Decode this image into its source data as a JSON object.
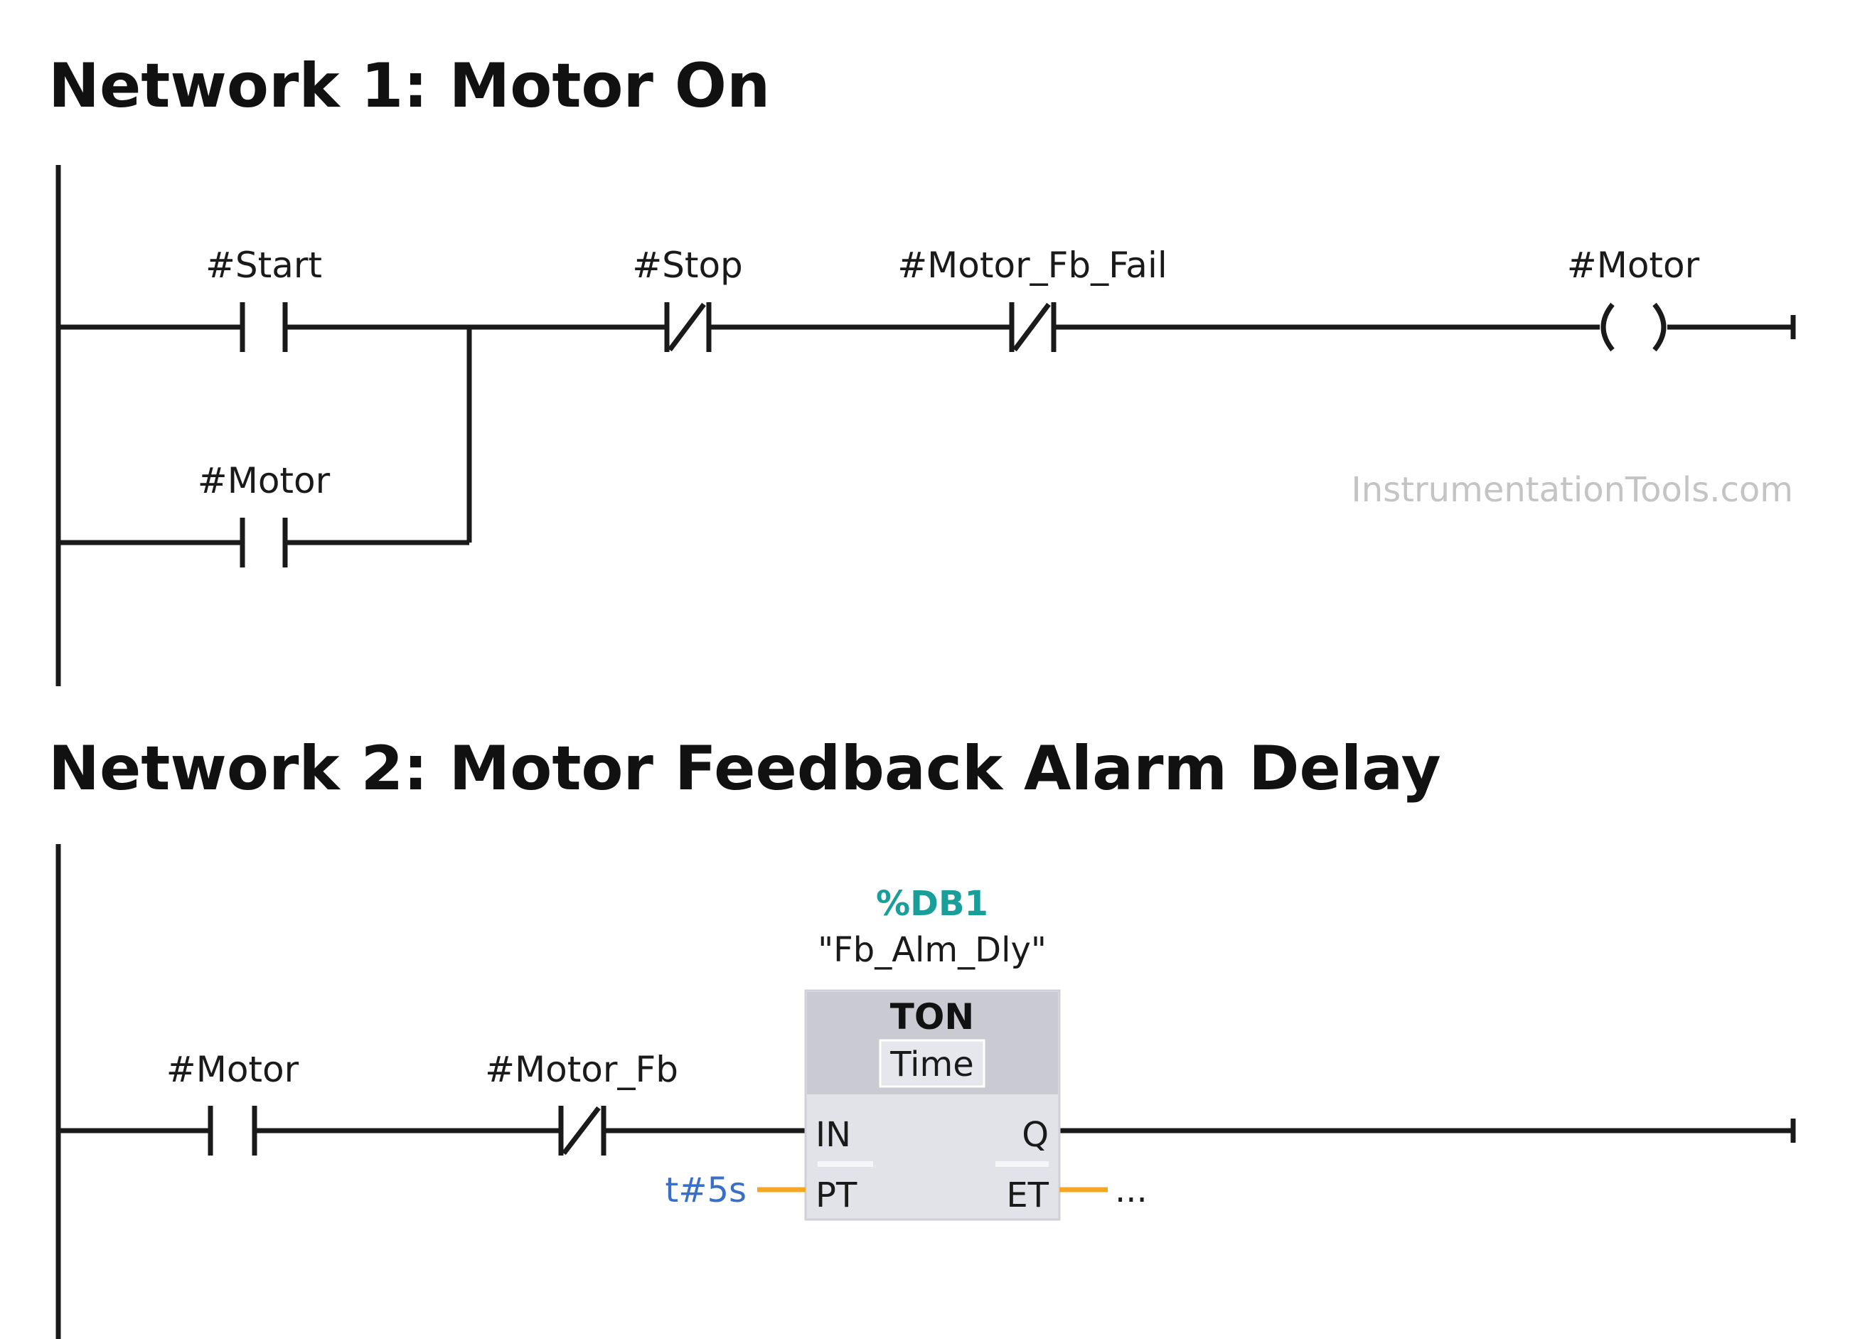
{
  "networks": [
    {
      "title": "Network 1: Motor On",
      "contacts": [
        {
          "label": "#Start",
          "kind": "no"
        },
        {
          "label": "#Motor",
          "kind": "no"
        },
        {
          "label": "#Stop",
          "kind": "nc"
        },
        {
          "label": "#Motor_Fb_Fail",
          "kind": "nc"
        }
      ],
      "coil": {
        "label": "#Motor"
      }
    },
    {
      "title": "Network 2: Motor Feedback Alarm Delay",
      "contacts": [
        {
          "label": "#Motor",
          "kind": "no"
        },
        {
          "label": "#Motor_Fb",
          "kind": "nc"
        }
      ],
      "block": {
        "db_address": "%DB1",
        "instance": "\"Fb_Alm_Dly\"",
        "type": "TON",
        "subtype": "Time",
        "in_pin": "IN",
        "pt_pin": "PT",
        "q_pin": "Q",
        "et_pin": "ET",
        "pt_value": "t#5s",
        "et_value": "..."
      }
    }
  ],
  "watermark": "InstrumentationTools.com",
  "colors": {
    "wire": "#1a1a1a",
    "db_address": "#1a9e9a",
    "pt_value": "#3a6fc9",
    "param_wire": "#f5a623",
    "block_header": "#c9cad2",
    "block_body": "#e2e3e8",
    "watermark": "#c4c4c4"
  }
}
